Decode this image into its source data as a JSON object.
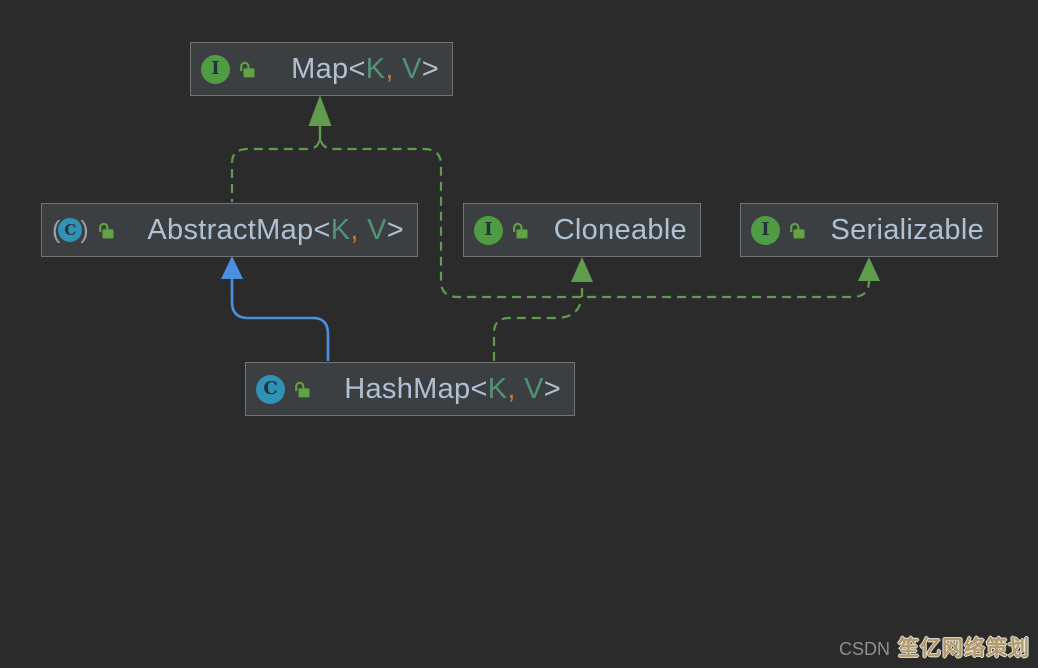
{
  "colors": {
    "background": "#2b2b2b",
    "node_fill": "#3c3f41",
    "node_border": "#707476",
    "node_text": "#afc1d3",
    "type_param": "#539178",
    "comma": "#cc7832",
    "green_edge": "#5f9c4e",
    "blue_edge": "#4a90e2",
    "interface_icon": "#4f9c44",
    "class_icon": "#3093b5",
    "lock": "#62a343",
    "wm_gold": "#b0996b"
  },
  "icons": {
    "interface_letter": "I",
    "class_letter": "C",
    "paren_open": "(",
    "paren_close": ")",
    "lock_meaning": "public-open-padlock"
  },
  "nodes": {
    "map": {
      "kind": "interface",
      "name": "Map",
      "open": "<",
      "k": "K",
      "comma": ", ",
      "v": "V",
      "close": ">"
    },
    "abstract_map": {
      "kind": "abstract-class",
      "name": "AbstractMap",
      "open": "<",
      "k": "K",
      "comma": ", ",
      "v": "V",
      "close": ">"
    },
    "cloneable": {
      "kind": "interface",
      "name": "Cloneable"
    },
    "serializable": {
      "kind": "interface",
      "name": "Serializable"
    },
    "hashmap": {
      "kind": "class",
      "name": "HashMap",
      "open": "<",
      "k": "K",
      "comma": ", ",
      "v": "V",
      "close": ">"
    }
  },
  "edges": [
    {
      "from": "AbstractMap",
      "to": "Map",
      "relation": "implements",
      "style": "dashed-green"
    },
    {
      "from": "HashMap",
      "to": "Map",
      "relation": "implements",
      "style": "dashed-green"
    },
    {
      "from": "HashMap",
      "to": "AbstractMap",
      "relation": "extends",
      "style": "solid-blue"
    },
    {
      "from": "HashMap",
      "to": "Cloneable",
      "relation": "implements",
      "style": "dashed-green"
    },
    {
      "from": "HashMap",
      "to": "Serializable",
      "relation": "implements",
      "style": "dashed-green"
    }
  ],
  "watermark": {
    "prefix": "CSDN",
    "name": "笙亿网络策划"
  }
}
